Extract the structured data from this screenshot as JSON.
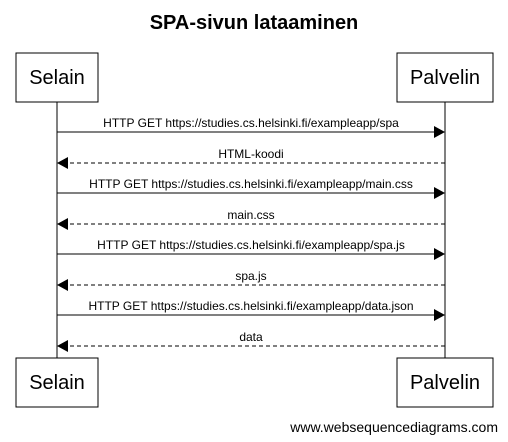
{
  "title": "SPA-sivun lataaminen",
  "participants": [
    {
      "id": "selain",
      "label": "Selain"
    },
    {
      "id": "palvelin",
      "label": "Palvelin"
    }
  ],
  "messages": [
    {
      "from": "selain",
      "to": "palvelin",
      "style": "solid",
      "label": "HTTP GET https://studies.cs.helsinki.fi/exampleapp/spa"
    },
    {
      "from": "palvelin",
      "to": "selain",
      "style": "dashed",
      "label": "HTML-koodi"
    },
    {
      "from": "selain",
      "to": "palvelin",
      "style": "solid",
      "label": "HTTP GET https://studies.cs.helsinki.fi/exampleapp/main.css"
    },
    {
      "from": "palvelin",
      "to": "selain",
      "style": "dashed",
      "label": "main.css"
    },
    {
      "from": "selain",
      "to": "palvelin",
      "style": "solid",
      "label": "HTTP GET https://studies.cs.helsinki.fi/exampleapp/spa.js"
    },
    {
      "from": "palvelin",
      "to": "selain",
      "style": "dashed",
      "label": "spa.js"
    },
    {
      "from": "selain",
      "to": "palvelin",
      "style": "solid",
      "label": "HTTP GET https://studies.cs.helsinki.fi/exampleapp/data.json"
    },
    {
      "from": "palvelin",
      "to": "selain",
      "style": "dashed",
      "label": "data"
    }
  ],
  "watermark": "www.websequencediagrams.com"
}
